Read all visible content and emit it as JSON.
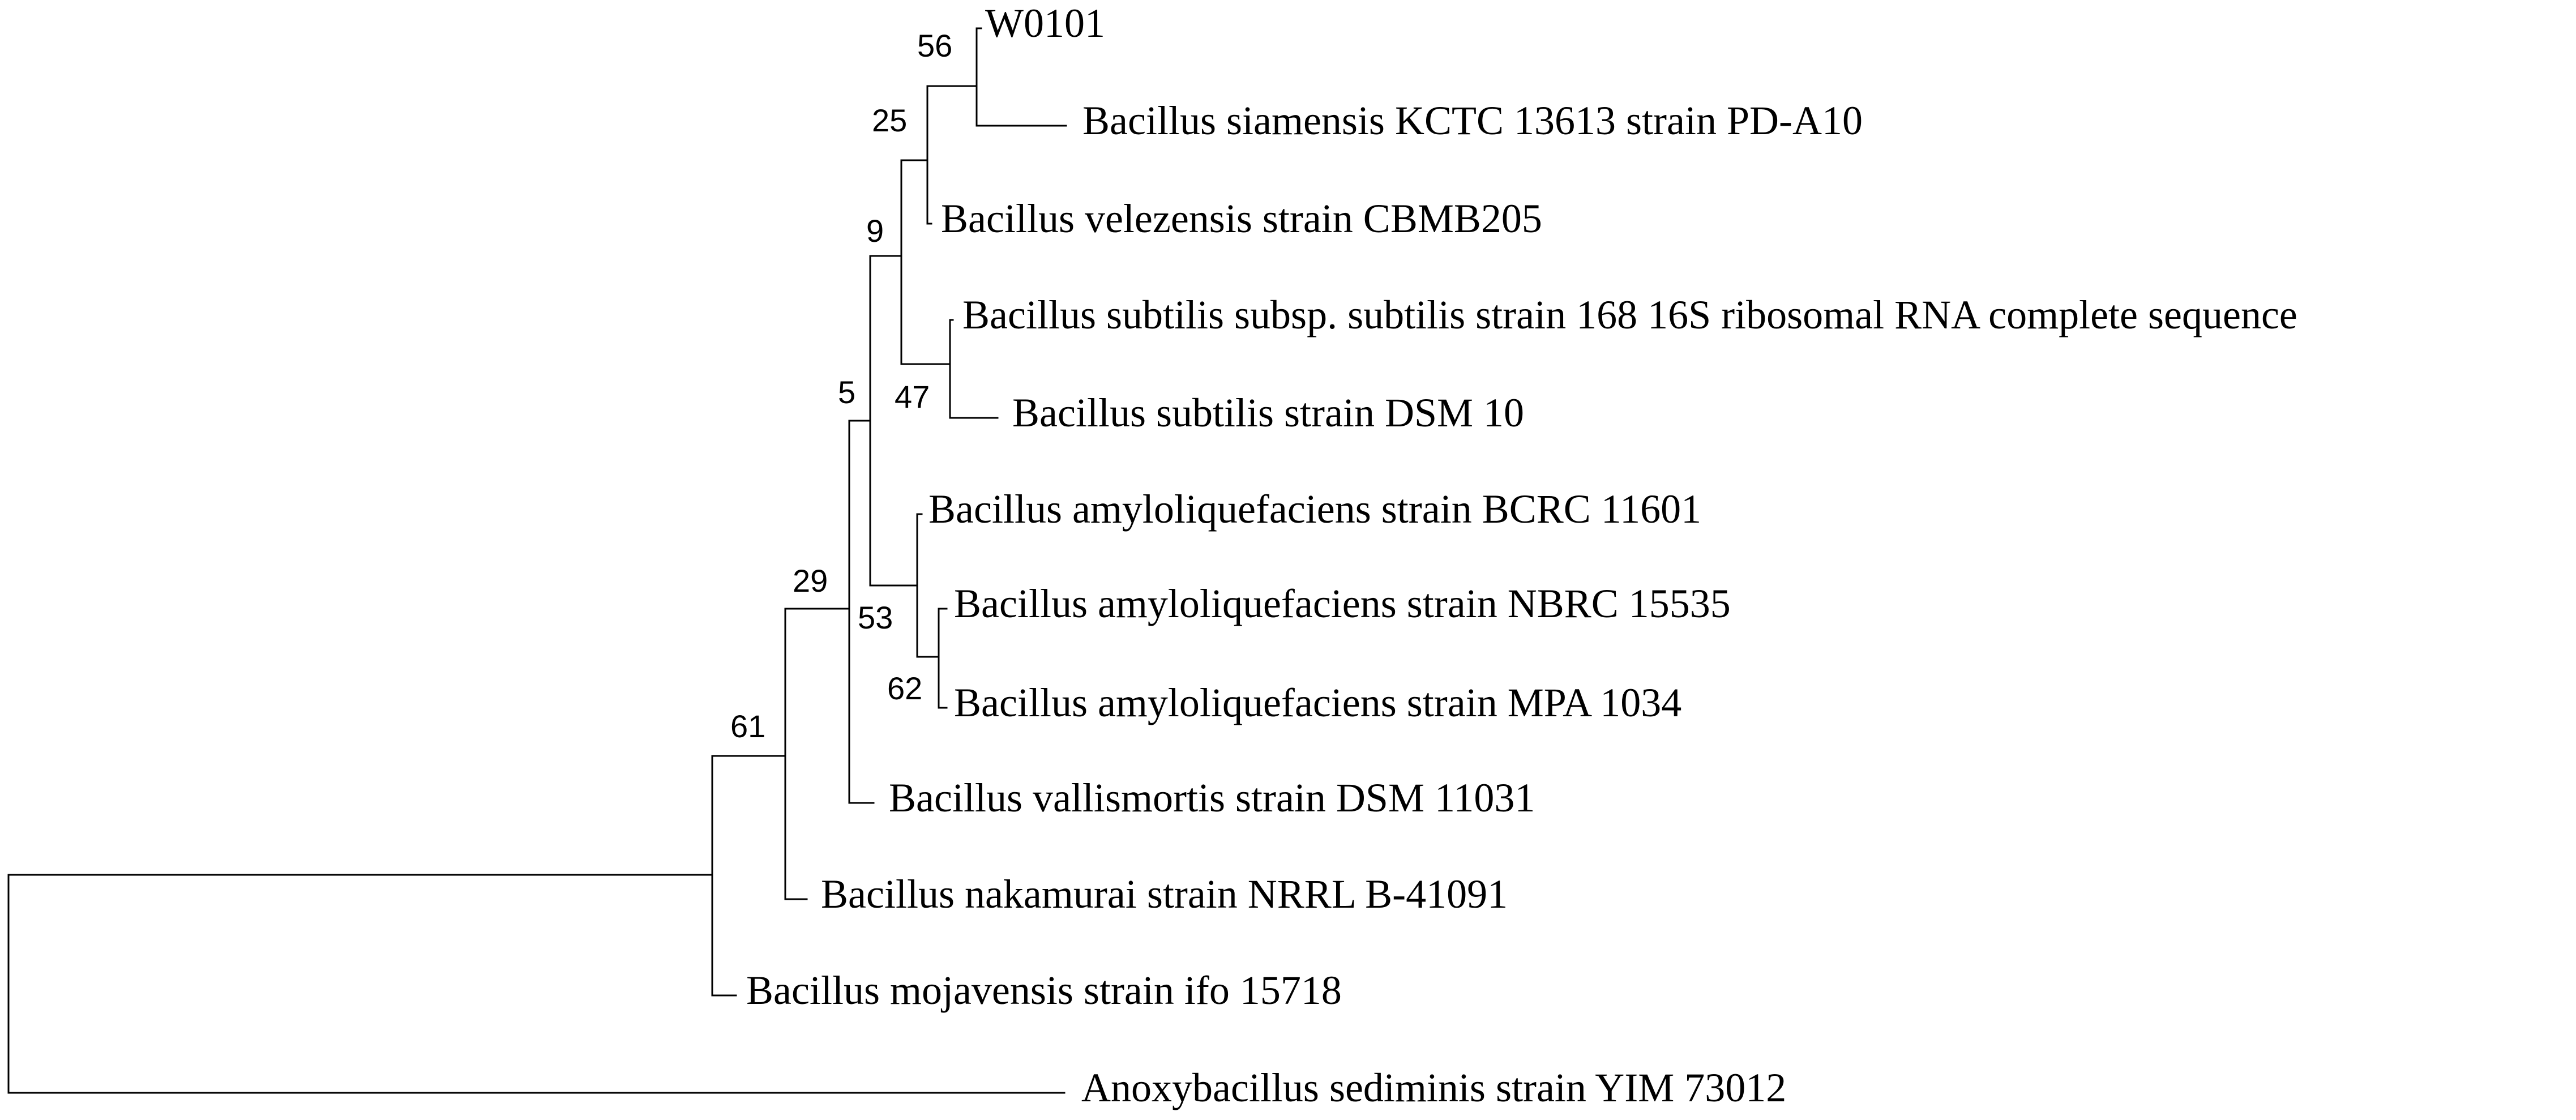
{
  "taxa": {
    "w0101": "W0101",
    "siamensis": "Bacillus siamensis KCTC 13613 strain PD-A10",
    "velezensis": "Bacillus velezensis strain CBMB205",
    "subtilis168": "Bacillus subtilis subsp. subtilis strain 168 16S ribosomal RNA complete sequence",
    "subtilis_dsm10": "Bacillus subtilis strain DSM 10",
    "amylo_bcrc": "Bacillus amyloliquefaciens strain BCRC 11601",
    "amylo_nbrc": "Bacillus amyloliquefaciens strain NBRC 15535",
    "amylo_mpa": "Bacillus amyloliquefaciens strain MPA 1034",
    "vallismortis": "Bacillus vallismortis strain DSM 11031",
    "nakamurai": "Bacillus nakamurai strain NRRL B-41091",
    "mojavensis": "Bacillus mojavensis strain ifo 15718",
    "anoxybacillus": "Anoxybacillus sediminis strain YIM 73012"
  },
  "bootstrap": {
    "n56": "56",
    "n25": "25",
    "n9": "9",
    "n47": "47",
    "n5": "5",
    "n53": "53",
    "n62": "62",
    "n29": "29",
    "n61": "61"
  }
}
